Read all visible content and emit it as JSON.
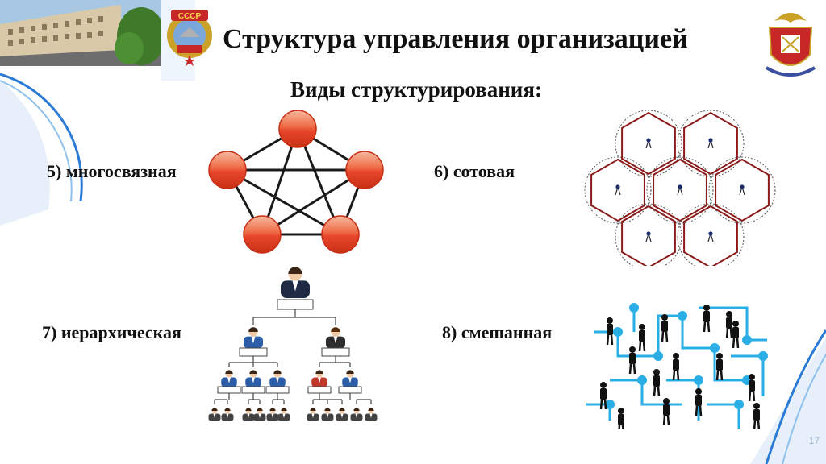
{
  "slide": {
    "title": "Структура управления организацией",
    "subtitle": "Виды структурирования:",
    "page_number": "17"
  },
  "types": {
    "t5": "5) многосвязная",
    "t6": "6) сотовая",
    "t7": "7) иерархическая",
    "t8": "8) смешанная"
  },
  "colors": {
    "accent_blue": "#2b7bd6",
    "node_red": "#e8462a",
    "hex_line": "#8b1a1a",
    "network_blue": "#29aee6"
  },
  "images": {
    "building_photo": "building-photo",
    "order_badge": "soviet-order-badge",
    "emblem": "police-academy-emblem"
  }
}
